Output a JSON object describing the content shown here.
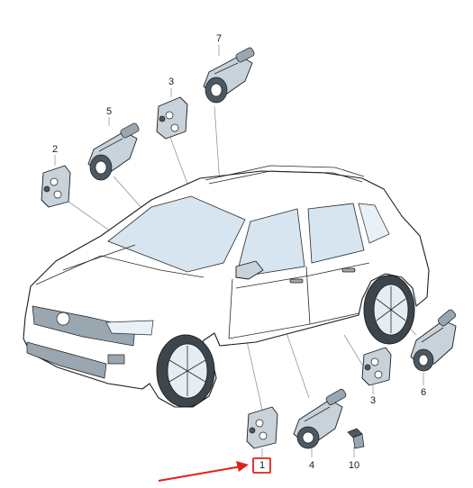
{
  "diagram": {
    "callouts": [
      {
        "id": "1",
        "label": "1"
      },
      {
        "id": "2",
        "label": "2"
      },
      {
        "id": "3a",
        "label": "3"
      },
      {
        "id": "3b",
        "label": "3"
      },
      {
        "id": "4",
        "label": "4"
      },
      {
        "id": "5",
        "label": "5"
      },
      {
        "id": "6",
        "label": "6"
      },
      {
        "id": "7",
        "label": "7"
      },
      {
        "id": "10",
        "label": "10"
      }
    ],
    "highlighted_callout": "1",
    "colors": {
      "highlight": "#e0201b",
      "glass": "#d6e5ef",
      "part": "#c8d2da",
      "leader": "#8a9aa6"
    }
  }
}
